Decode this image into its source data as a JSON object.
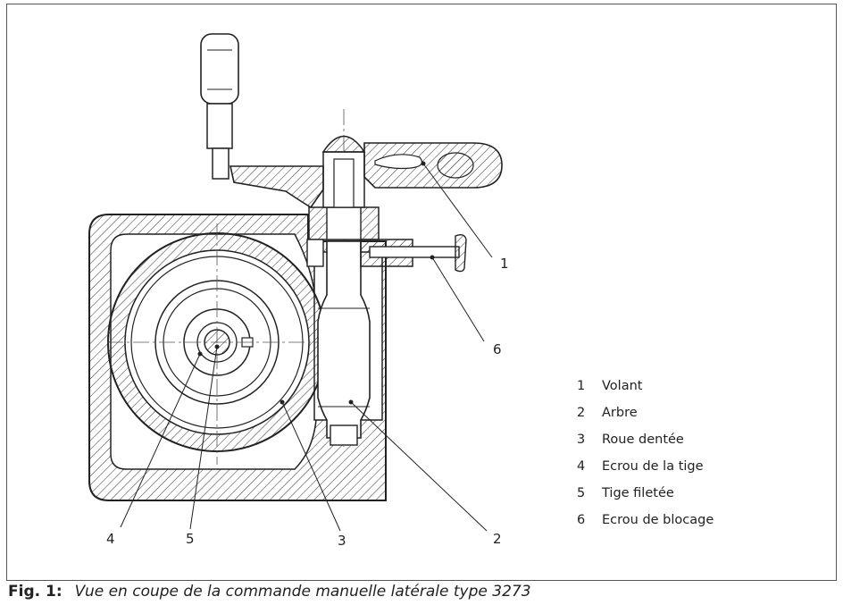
{
  "callouts": {
    "c1": "1",
    "c2": "2",
    "c3": "3",
    "c4": "4",
    "c5": "5",
    "c6": "6"
  },
  "legend": [
    {
      "num": "1",
      "label": "Volant"
    },
    {
      "num": "2",
      "label": "Arbre"
    },
    {
      "num": "3",
      "label": "Roue dentée"
    },
    {
      "num": "4",
      "label": "Ecrou de la tige"
    },
    {
      "num": "5",
      "label": "Tige filetée"
    },
    {
      "num": "6",
      "label": "Ecrou de blocage"
    }
  ],
  "caption": {
    "prefix": "Fig. 1:",
    "text": "Vue en coupe de la commande manuelle latérale type 3273"
  }
}
